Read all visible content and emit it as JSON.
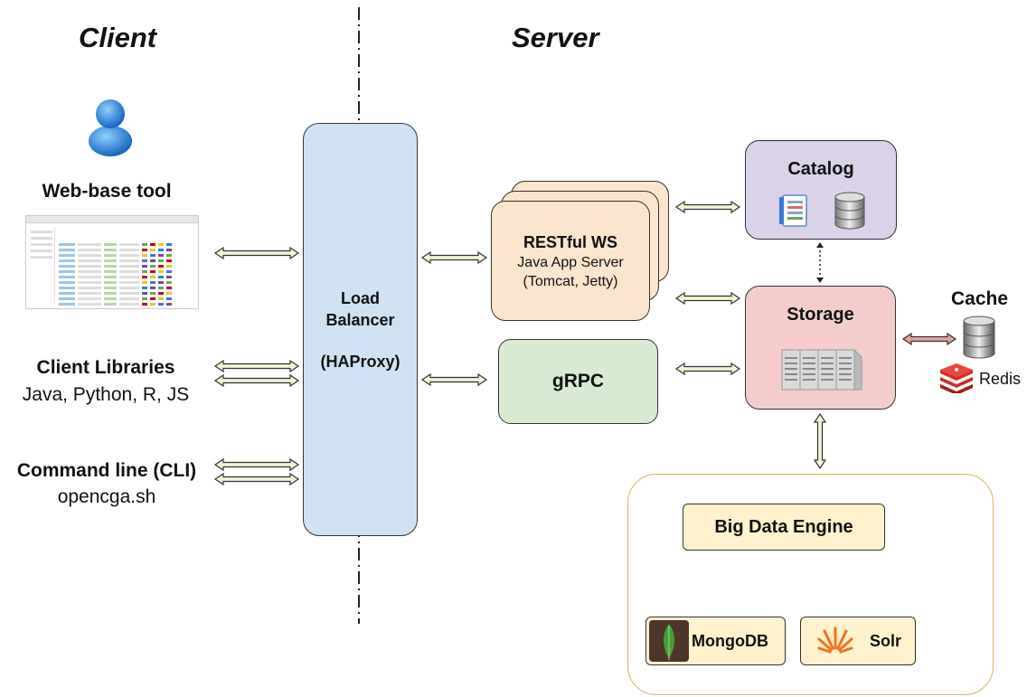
{
  "sections": {
    "client": "Client",
    "server": "Server"
  },
  "client": {
    "web_tool_label": "Web-base tool",
    "libraries_title": "Client Libraries",
    "libraries_subtitle": "Java, Python, R, JS",
    "cli_title": "Command line (CLI)",
    "cli_subtitle": "opencga.sh"
  },
  "load_balancer": {
    "line1": "Load",
    "line2": "Balancer",
    "line3": "(HAProxy)"
  },
  "restful": {
    "title": "RESTful WS",
    "line2": "Java App Server",
    "line3": "(Tomcat, Jetty)"
  },
  "grpc": {
    "title": "gRPC"
  },
  "catalog": {
    "title": "Catalog"
  },
  "storage": {
    "title": "Storage"
  },
  "cache": {
    "title": "Cache",
    "redis_label": "Redis"
  },
  "big_data": {
    "title": "Big Data Engine",
    "mongodb": "MongoDB",
    "solr": "Solr"
  },
  "colors": {
    "load_balancer": "#cfe2f3",
    "restful": "#fce5cd",
    "grpc": "#d9ead3",
    "catalog": "#d9d2e9",
    "storage": "#f4cccc",
    "big_data": "#fff2cc",
    "big_data_border": "#d6b656",
    "arrow_default": "#f6f3d6",
    "arrow_cache": "#e6a0a0"
  }
}
